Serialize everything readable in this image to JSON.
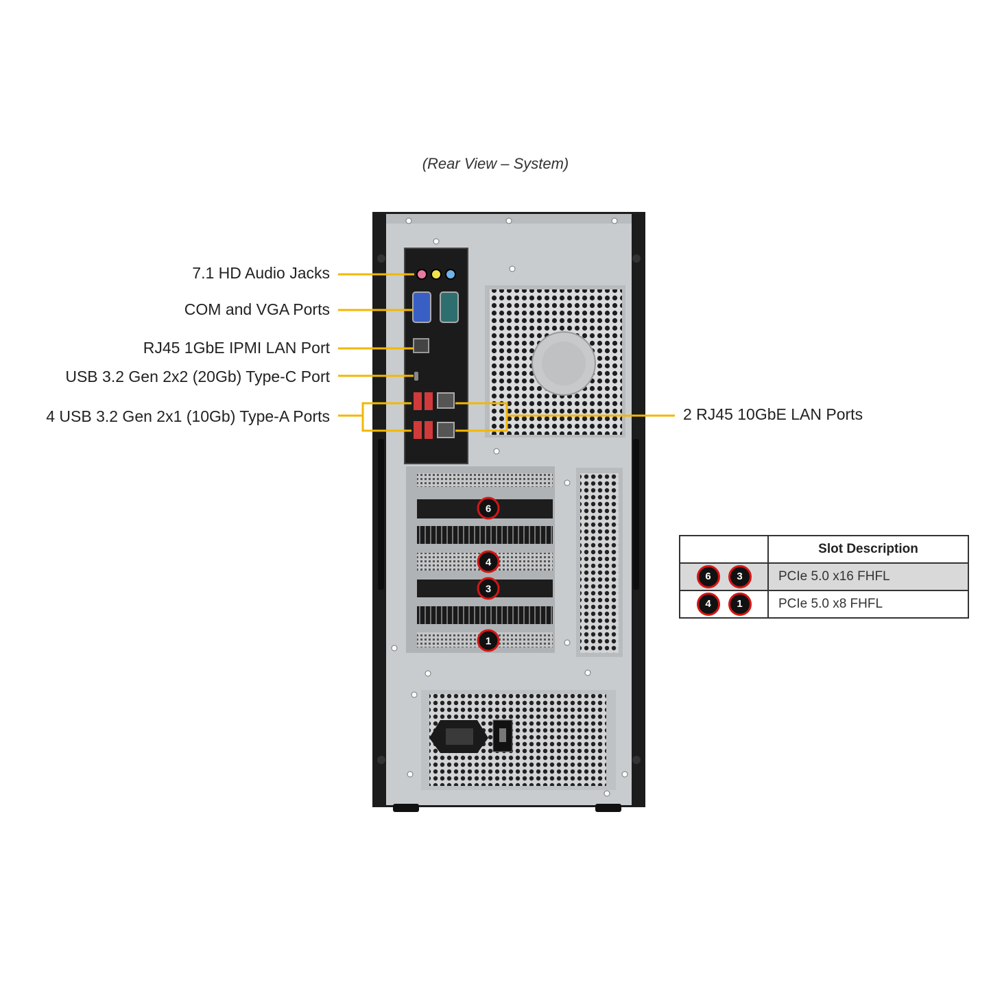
{
  "caption": "(Rear View – System)",
  "labels": {
    "audio": "7.1 HD Audio Jacks",
    "com_vga": "COM and VGA Ports",
    "ipmi": "RJ45 1GbE IPMI LAN Port",
    "usb_c": "USB 3.2 Gen 2x2 (20Gb) Type-C Port",
    "usb_a": "4 USB 3.2 Gen 2x1 (10Gb) Type-A Ports",
    "lan10g": "2 RJ45 10GbE LAN Ports"
  },
  "slot_badges": [
    "6",
    "4",
    "3",
    "1"
  ],
  "slot_table": {
    "header": "Slot Description",
    "rows": [
      {
        "slots": [
          "6",
          "3"
        ],
        "description": "PCIe 5.0 x16 FHFL"
      },
      {
        "slots": [
          "4",
          "1"
        ],
        "description": "PCIe 5.0 x8 FHFL"
      }
    ]
  },
  "colors": {
    "callout": "#f2b705",
    "badge_ring": "#d41616",
    "chassis_dark": "#1c1c1c",
    "chassis_panel": "#c9ccce"
  }
}
